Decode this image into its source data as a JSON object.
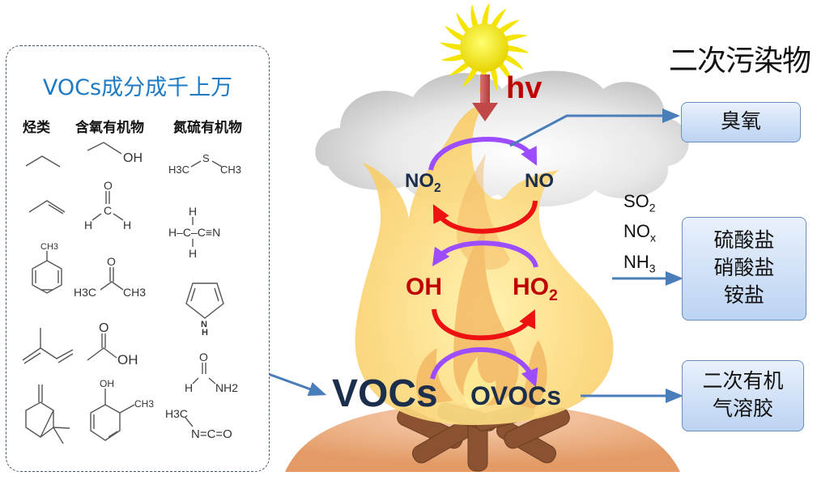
{
  "voc_panel": {
    "title": "VOCs成分成千上万",
    "columns": [
      {
        "header": "烃类",
        "molecules": [
          {
            "name": "propane",
            "labels": []
          },
          {
            "name": "propene",
            "labels": []
          },
          {
            "name": "toluene",
            "labels": [
              "CH3"
            ]
          },
          {
            "name": "isoprene",
            "labels": []
          },
          {
            "name": "beta-pinene",
            "labels": []
          }
        ]
      },
      {
        "header": "含氧有机物",
        "molecules": [
          {
            "name": "ethanol",
            "labels": [
              "OH"
            ]
          },
          {
            "name": "formaldehyde",
            "labels": [
              "O",
              "C",
              "H",
              "H"
            ]
          },
          {
            "name": "acetone",
            "labels": [
              "O",
              "H3C",
              "CH3"
            ]
          },
          {
            "name": "acetic-acid",
            "labels": [
              "O",
              "OH"
            ]
          },
          {
            "name": "o-cresol",
            "labels": [
              "OH",
              "CH3"
            ]
          }
        ]
      },
      {
        "header": "氮硫有机物",
        "molecules": [
          {
            "name": "dimethyl-sulfide",
            "labels": [
              "H3C",
              "S",
              "CH3"
            ]
          },
          {
            "name": "acetonitrile",
            "labels": [
              "H",
              "H–C–C≡N",
              "H"
            ]
          },
          {
            "name": "pyrrole",
            "labels": [
              "N",
              "H"
            ]
          },
          {
            "name": "formamide",
            "labels": [
              "O",
              "H",
              "NH2"
            ]
          },
          {
            "name": "methyl-isocyanate",
            "labels": [
              "H3C",
              "N=C=O"
            ]
          }
        ]
      }
    ]
  },
  "center": {
    "light_label": "hv",
    "species": {
      "no2": {
        "base": "NO",
        "sub": "2"
      },
      "no": "NO",
      "oh": "OH",
      "ho2": {
        "base": "HO",
        "sub": "2"
      },
      "vocs": "VOCs",
      "ovocs": "OVOCs"
    }
  },
  "outputs": {
    "title": "二次污染物",
    "ozone": "臭氧",
    "precursors": [
      {
        "base": "SO",
        "sub": "2"
      },
      {
        "base": "NO",
        "sub": "x"
      },
      {
        "base": "NH",
        "sub": "3"
      }
    ],
    "inorganic_lines": [
      "硫酸盐",
      "硝酸盐",
      "铵盐"
    ],
    "soa_lines": [
      "二次有机",
      "气溶胶"
    ]
  },
  "colors": {
    "panel_title": "#1f7ac4",
    "arrow_blue": "#4a7ebb",
    "cycle_purple": "#9b4dff",
    "cycle_red": "#ee1111",
    "species_navy": "#1b2e4b",
    "species_red": "#c00000",
    "flame_outer": "#fbd77a",
    "flame_inner": "#f2b35e",
    "ground": "#e9a877",
    "sun": "#f2e200",
    "cloud": "#d6d6d6"
  }
}
